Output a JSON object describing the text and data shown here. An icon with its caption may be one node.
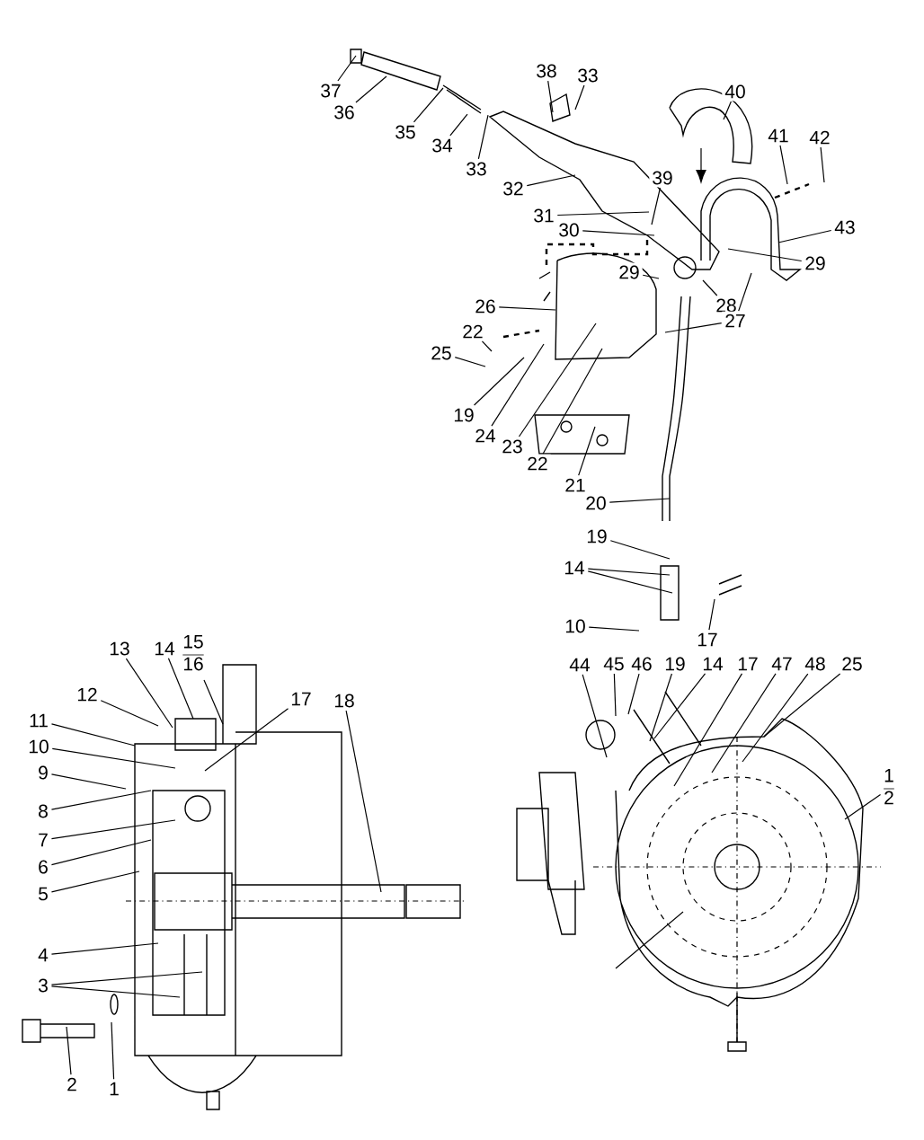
{
  "diagram": {
    "nodes": [
      {
        "text": [
          "38"
        ]
      },
      {
        "text": [
          "33"
        ]
      },
      {
        "text": [
          "40"
        ]
      },
      {
        "text": [
          "37"
        ]
      },
      {
        "text": [
          "36"
        ]
      },
      {
        "text": [
          "35"
        ]
      },
      {
        "text": [
          "41"
        ]
      },
      {
        "text": [
          "42"
        ]
      },
      {
        "text": [
          "34"
        ]
      },
      {
        "text": [
          "33"
        ]
      },
      {
        "text": [
          "39"
        ]
      },
      {
        "text": [
          "32"
        ]
      },
      {
        "text": [
          "31"
        ]
      },
      {
        "text": [
          "43"
        ]
      },
      {
        "text": [
          "30"
        ]
      },
      {
        "text": [
          "29"
        ]
      },
      {
        "text": [
          "29"
        ]
      },
      {
        "text": [
          "28"
        ]
      },
      {
        "text": [
          "26"
        ]
      },
      {
        "text": [
          "27"
        ]
      },
      {
        "text": [
          "22"
        ]
      },
      {
        "text": [
          "25"
        ]
      },
      {
        "text": [
          "19"
        ]
      },
      {
        "text": [
          "24"
        ]
      },
      {
        "text": [
          "23"
        ]
      },
      {
        "text": [
          "22"
        ]
      },
      {
        "text": [
          "21"
        ]
      },
      {
        "text": [
          "20"
        ]
      },
      {
        "text": [
          "19"
        ]
      },
      {
        "text": [
          "14"
        ]
      },
      {
        "text": [
          "10"
        ]
      },
      {
        "text": [
          "17"
        ]
      },
      {
        "text": [
          "15",
          "16"
        ]
      },
      {
        "text": [
          "13"
        ]
      },
      {
        "text": [
          "14"
        ]
      },
      {
        "text": [
          "12"
        ]
      },
      {
        "text": [
          "17"
        ]
      },
      {
        "text": [
          "18"
        ]
      },
      {
        "text": [
          "11"
        ]
      },
      {
        "text": [
          "10"
        ]
      },
      {
        "text": [
          "9"
        ]
      },
      {
        "text": [
          "8"
        ]
      },
      {
        "text": [
          "7"
        ]
      },
      {
        "text": [
          "6"
        ]
      },
      {
        "text": [
          "5"
        ]
      },
      {
        "text": [
          "4"
        ]
      },
      {
        "text": [
          "3"
        ]
      },
      {
        "text": [
          "2"
        ]
      },
      {
        "text": [
          "1"
        ]
      },
      {
        "text": [
          "44"
        ]
      },
      {
        "text": [
          "45"
        ]
      },
      {
        "text": [
          "46"
        ]
      },
      {
        "text": [
          "19"
        ]
      },
      {
        "text": [
          "14"
        ]
      },
      {
        "text": [
          "17"
        ]
      },
      {
        "text": [
          "47"
        ]
      },
      {
        "text": [
          "48"
        ]
      },
      {
        "text": [
          "25"
        ]
      },
      {
        "text": [
          "1",
          "2"
        ]
      }
    ],
    "edges": [
      {
        "from": 0,
        "to": null,
        "arrow": "none"
      },
      {
        "from": 1,
        "to": null,
        "arrow": "none"
      },
      {
        "from": 2,
        "to": null,
        "arrow": "none"
      },
      {
        "from": 3,
        "to": null,
        "arrow": "none"
      },
      {
        "from": 4,
        "to": null,
        "arrow": "none"
      },
      {
        "from": 5,
        "to": null,
        "arrow": "none"
      },
      {
        "from": 6,
        "to": null,
        "arrow": "none"
      },
      {
        "from": 7,
        "to": null,
        "arrow": "none"
      },
      {
        "from": 8,
        "to": null,
        "arrow": "none"
      },
      {
        "from": 9,
        "to": null,
        "arrow": "none"
      },
      {
        "from": 10,
        "to": null,
        "arrow": "none"
      },
      {
        "from": 11,
        "to": null,
        "arrow": "none"
      },
      {
        "from": 12,
        "to": null,
        "arrow": "none"
      },
      {
        "from": 13,
        "to": null,
        "arrow": "none"
      },
      {
        "from": 14,
        "to": null,
        "arrow": "none"
      },
      {
        "from": 15,
        "to": null,
        "arrow": "none"
      },
      {
        "from": 16,
        "to": null,
        "arrow": "none"
      },
      {
        "from": 17,
        "to": null,
        "arrow": "none"
      },
      {
        "from": 18,
        "to": null,
        "arrow": "none"
      },
      {
        "from": 19,
        "to": null,
        "arrow": "none"
      },
      {
        "from": 19,
        "to": null,
        "arrow": "none"
      },
      {
        "from": 20,
        "to": null,
        "arrow": "none"
      },
      {
        "from": 21,
        "to": null,
        "arrow": "none"
      },
      {
        "from": 22,
        "to": null,
        "arrow": "none"
      },
      {
        "from": 23,
        "to": null,
        "arrow": "none"
      },
      {
        "from": 24,
        "to": null,
        "arrow": "none"
      },
      {
        "from": 25,
        "to": null,
        "arrow": "none"
      },
      {
        "from": 26,
        "to": null,
        "arrow": "none"
      },
      {
        "from": 27,
        "to": null,
        "arrow": "none"
      },
      {
        "from": 28,
        "to": null,
        "arrow": "none"
      },
      {
        "from": 29,
        "to": null,
        "arrow": "none"
      },
      {
        "from": 29,
        "to": null,
        "arrow": "none"
      },
      {
        "from": 30,
        "to": null,
        "arrow": "none"
      },
      {
        "from": 31,
        "to": null,
        "arrow": "none"
      },
      {
        "from": 32,
        "to": null,
        "arrow": "none"
      },
      {
        "from": 33,
        "to": null,
        "arrow": "none"
      },
      {
        "from": 34,
        "to": null,
        "arrow": "none"
      },
      {
        "from": 35,
        "to": null,
        "arrow": "none"
      },
      {
        "from": 36,
        "to": null,
        "arrow": "none"
      },
      {
        "from": 37,
        "to": null,
        "arrow": "none"
      },
      {
        "from": 38,
        "to": null,
        "arrow": "none"
      },
      {
        "from": 39,
        "to": null,
        "arrow": "none"
      },
      {
        "from": 40,
        "to": null,
        "arrow": "none"
      },
      {
        "from": 41,
        "to": null,
        "arrow": "none"
      },
      {
        "from": 42,
        "to": null,
        "arrow": "none"
      },
      {
        "from": 43,
        "to": null,
        "arrow": "none"
      },
      {
        "from": 44,
        "to": null,
        "arrow": "none"
      },
      {
        "from": 45,
        "to": null,
        "arrow": "none"
      },
      {
        "from": 46,
        "to": null,
        "arrow": "none"
      },
      {
        "from": 46,
        "to": null,
        "arrow": "none"
      },
      {
        "from": 47,
        "to": null,
        "arrow": "none"
      },
      {
        "from": 48,
        "to": null,
        "arrow": "none"
      },
      {
        "from": 49,
        "to": null,
        "arrow": "none"
      },
      {
        "from": 50,
        "to": null,
        "arrow": "none"
      },
      {
        "from": 51,
        "to": null,
        "arrow": "none"
      },
      {
        "from": 52,
        "to": null,
        "arrow": "none"
      },
      {
        "from": 53,
        "to": null,
        "arrow": "none"
      },
      {
        "from": 54,
        "to": null,
        "arrow": "none"
      },
      {
        "from": 55,
        "to": null,
        "arrow": "none"
      },
      {
        "from": 56,
        "to": null,
        "arrow": "none"
      },
      {
        "from": 57,
        "to": null,
        "arrow": "none"
      },
      {
        "from": 58,
        "to": null,
        "arrow": "none"
      }
    ]
  }
}
